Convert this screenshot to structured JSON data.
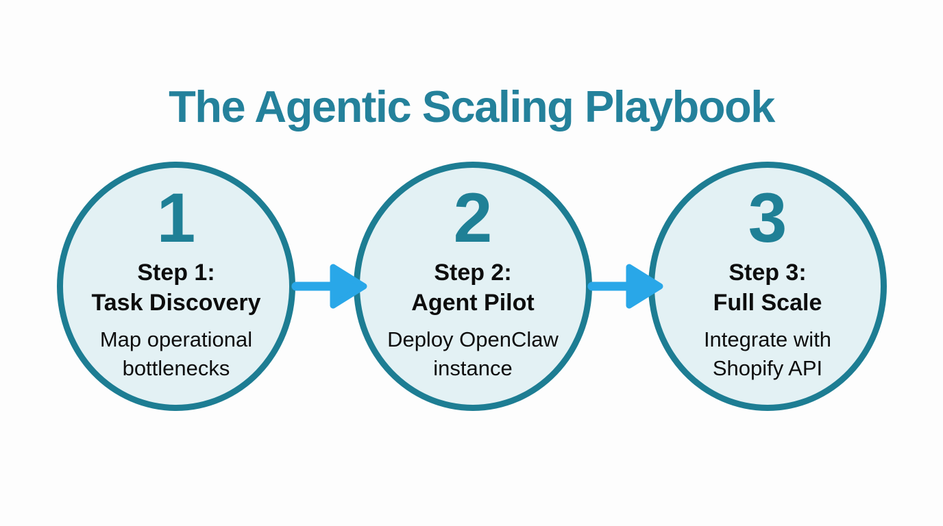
{
  "title": "The Agentic Scaling Playbook",
  "colors": {
    "background": "#fdfdfd",
    "title-teal": "#24819b",
    "circle-border-teal": "#1d7d93",
    "circle-fill": "#e3f1f4",
    "number-teal": "#1f8096",
    "arrow-blue": "#29a7e8",
    "text-black": "#0d0d0d"
  },
  "steps": [
    {
      "number": "1",
      "label_line1": "Step 1:",
      "label_line2": "Task Discovery",
      "description_line1": "Map operational",
      "description_line2": "bottlenecks"
    },
    {
      "number": "2",
      "label_line1": "Step 2:",
      "label_line2": "Agent Pilot",
      "description_line1": "Deploy OpenClaw",
      "description_line2": "instance"
    },
    {
      "number": "3",
      "label_line1": "Step 3:",
      "label_line2": "Full Scale",
      "description_line1": "Integrate with",
      "description_line2": "Shopify API"
    }
  ],
  "icons": {
    "connector": "arrow-right"
  }
}
